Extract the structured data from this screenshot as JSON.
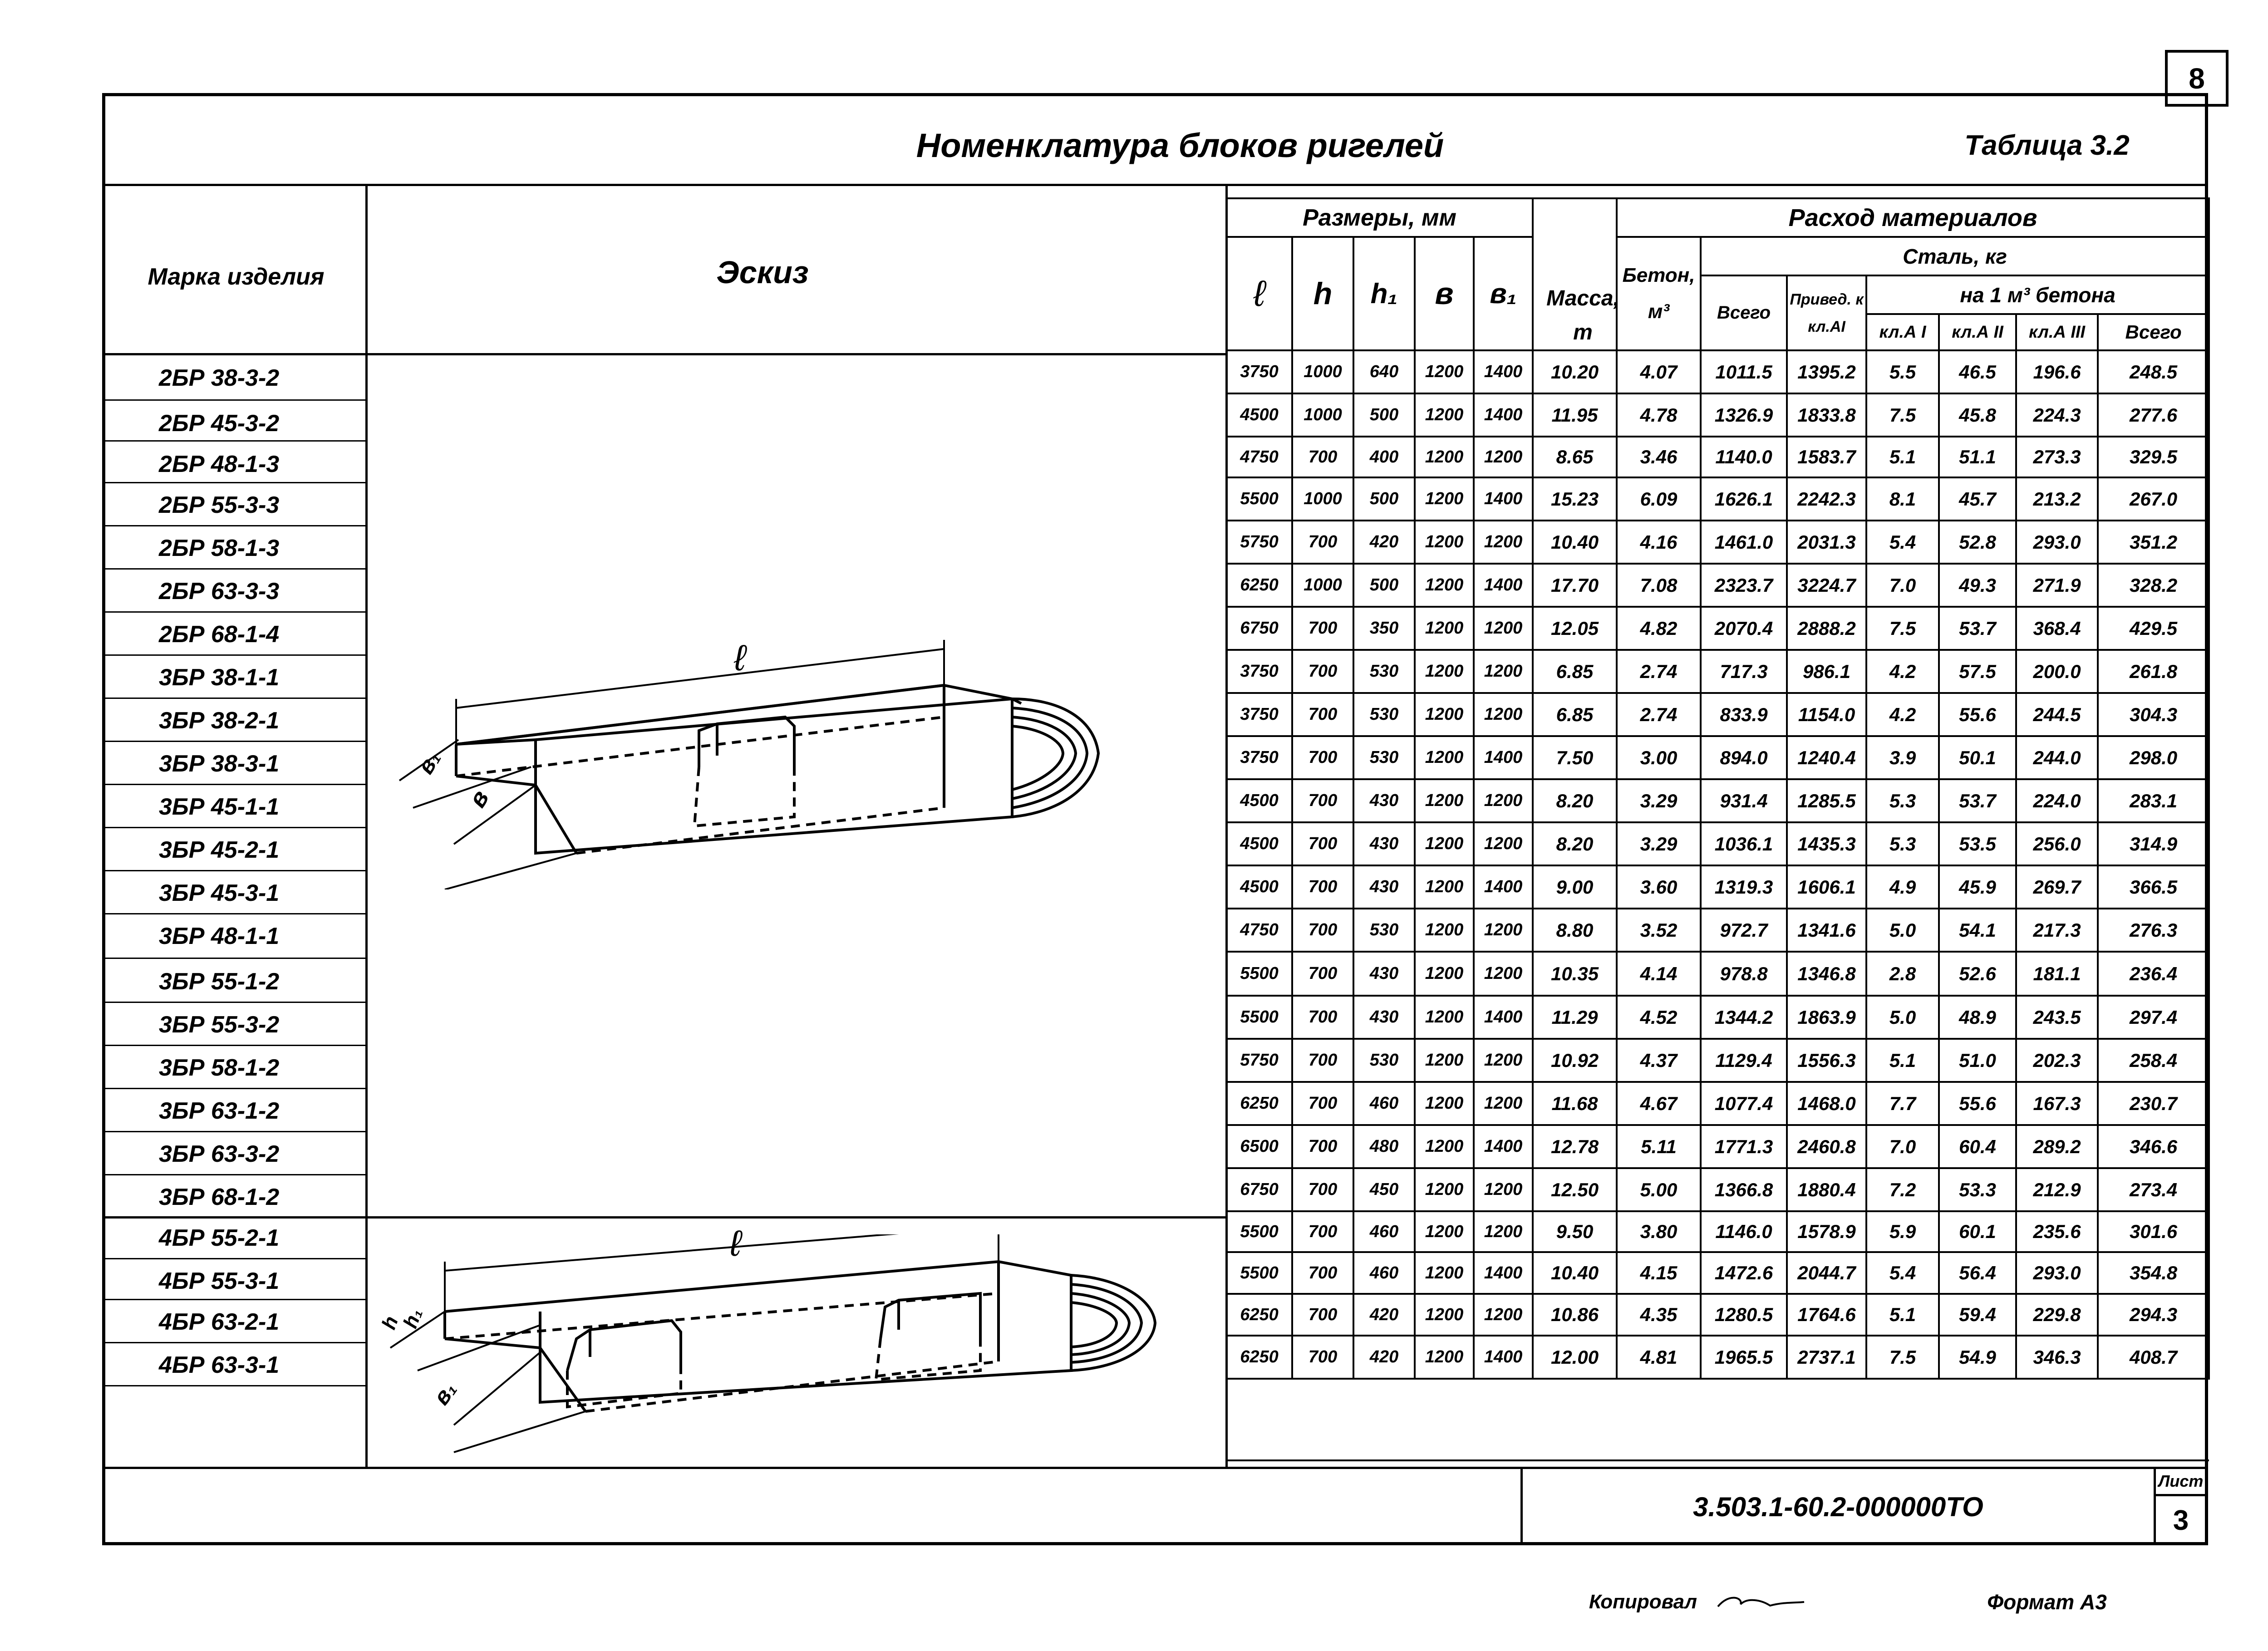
{
  "sheet_corner_number": "8",
  "title": "Номенклатура блоков ригелей",
  "table_label": "Таблица 3.2",
  "headers": {
    "mark": "Марка изделия",
    "sketch": "Эскиз",
    "dimensions": "Размеры, мм",
    "dim_cols": [
      "ℓ",
      "h",
      "h₁",
      "в",
      "в₁"
    ],
    "mass": "Масса, т",
    "materials": "Расход материалов",
    "concrete": "Бетон, м³",
    "steel": "Сталь, кг",
    "steel_total": "Всего",
    "steel_reduced": "Привед. к кл.АI",
    "per_m3": "на 1 м³ бетона",
    "per_m3_cols": [
      "кл.А I",
      "кл.А II",
      "кл.А III",
      "Всего"
    ]
  },
  "rows": [
    {
      "mark": "2БР 38-3-2",
      "l": "3750",
      "h": "1000",
      "h1": "640",
      "b": "1200",
      "b1": "1400",
      "mass": "10.20",
      "concrete": "4.07",
      "steel": "1011.5",
      "reduced": "1395.2",
      "a1": "5.5",
      "a2": "46.5",
      "a3": "196.6",
      "total": "248.5"
    },
    {
      "mark": "2БР 45-3-2",
      "l": "4500",
      "h": "1000",
      "h1": "500",
      "b": "1200",
      "b1": "1400",
      "mass": "11.95",
      "concrete": "4.78",
      "steel": "1326.9",
      "reduced": "1833.8",
      "a1": "7.5",
      "a2": "45.8",
      "a3": "224.3",
      "total": "277.6"
    },
    {
      "mark": "2БР 48-1-3",
      "l": "4750",
      "h": "700",
      "h1": "400",
      "b": "1200",
      "b1": "1200",
      "mass": "8.65",
      "concrete": "3.46",
      "steel": "1140.0",
      "reduced": "1583.7",
      "a1": "5.1",
      "a2": "51.1",
      "a3": "273.3",
      "total": "329.5"
    },
    {
      "mark": "2БР 55-3-3",
      "l": "5500",
      "h": "1000",
      "h1": "500",
      "b": "1200",
      "b1": "1400",
      "mass": "15.23",
      "concrete": "6.09",
      "steel": "1626.1",
      "reduced": "2242.3",
      "a1": "8.1",
      "a2": "45.7",
      "a3": "213.2",
      "total": "267.0"
    },
    {
      "mark": "2БР 58-1-3",
      "l": "5750",
      "h": "700",
      "h1": "420",
      "b": "1200",
      "b1": "1200",
      "mass": "10.40",
      "concrete": "4.16",
      "steel": "1461.0",
      "reduced": "2031.3",
      "a1": "5.4",
      "a2": "52.8",
      "a3": "293.0",
      "total": "351.2"
    },
    {
      "mark": "2БР 63-3-3",
      "l": "6250",
      "h": "1000",
      "h1": "500",
      "b": "1200",
      "b1": "1400",
      "mass": "17.70",
      "concrete": "7.08",
      "steel": "2323.7",
      "reduced": "3224.7",
      "a1": "7.0",
      "a2": "49.3",
      "a3": "271.9",
      "total": "328.2"
    },
    {
      "mark": "2БР 68-1-4",
      "l": "6750",
      "h": "700",
      "h1": "350",
      "b": "1200",
      "b1": "1200",
      "mass": "12.05",
      "concrete": "4.82",
      "steel": "2070.4",
      "reduced": "2888.2",
      "a1": "7.5",
      "a2": "53.7",
      "a3": "368.4",
      "total": "429.5"
    },
    {
      "mark": "3БР 38-1-1",
      "l": "3750",
      "h": "700",
      "h1": "530",
      "b": "1200",
      "b1": "1200",
      "mass": "6.85",
      "concrete": "2.74",
      "steel": "717.3",
      "reduced": "986.1",
      "a1": "4.2",
      "a2": "57.5",
      "a3": "200.0",
      "total": "261.8"
    },
    {
      "mark": "3БР 38-2-1",
      "l": "3750",
      "h": "700",
      "h1": "530",
      "b": "1200",
      "b1": "1200",
      "mass": "6.85",
      "concrete": "2.74",
      "steel": "833.9",
      "reduced": "1154.0",
      "a1": "4.2",
      "a2": "55.6",
      "a3": "244.5",
      "total": "304.3"
    },
    {
      "mark": "3БР 38-3-1",
      "l": "3750",
      "h": "700",
      "h1": "530",
      "b": "1200",
      "b1": "1400",
      "mass": "7.50",
      "concrete": "3.00",
      "steel": "894.0",
      "reduced": "1240.4",
      "a1": "3.9",
      "a2": "50.1",
      "a3": "244.0",
      "total": "298.0"
    },
    {
      "mark": "3БР 45-1-1",
      "l": "4500",
      "h": "700",
      "h1": "430",
      "b": "1200",
      "b1": "1200",
      "mass": "8.20",
      "concrete": "3.29",
      "steel": "931.4",
      "reduced": "1285.5",
      "a1": "5.3",
      "a2": "53.7",
      "a3": "224.0",
      "total": "283.1"
    },
    {
      "mark": "3БР 45-2-1",
      "l": "4500",
      "h": "700",
      "h1": "430",
      "b": "1200",
      "b1": "1200",
      "mass": "8.20",
      "concrete": "3.29",
      "steel": "1036.1",
      "reduced": "1435.3",
      "a1": "5.3",
      "a2": "53.5",
      "a3": "256.0",
      "total": "314.9"
    },
    {
      "mark": "3БР 45-3-1",
      "l": "4500",
      "h": "700",
      "h1": "430",
      "b": "1200",
      "b1": "1400",
      "mass": "9.00",
      "concrete": "3.60",
      "steel": "1319.3",
      "reduced": "1606.1",
      "a1": "4.9",
      "a2": "45.9",
      "a3": "269.7",
      "total": "366.5"
    },
    {
      "mark": "3БР 48-1-1",
      "l": "4750",
      "h": "700",
      "h1": "530",
      "b": "1200",
      "b1": "1200",
      "mass": "8.80",
      "concrete": "3.52",
      "steel": "972.7",
      "reduced": "1341.6",
      "a1": "5.0",
      "a2": "54.1",
      "a3": "217.3",
      "total": "276.3"
    },
    {
      "mark": "3БР 55-1-2",
      "l": "5500",
      "h": "700",
      "h1": "430",
      "b": "1200",
      "b1": "1200",
      "mass": "10.35",
      "concrete": "4.14",
      "steel": "978.8",
      "reduced": "1346.8",
      "a1": "2.8",
      "a2": "52.6",
      "a3": "181.1",
      "total": "236.4"
    },
    {
      "mark": "3БР 55-3-2",
      "l": "5500",
      "h": "700",
      "h1": "430",
      "b": "1200",
      "b1": "1400",
      "mass": "11.29",
      "concrete": "4.52",
      "steel": "1344.2",
      "reduced": "1863.9",
      "a1": "5.0",
      "a2": "48.9",
      "a3": "243.5",
      "total": "297.4"
    },
    {
      "mark": "3БР 58-1-2",
      "l": "5750",
      "h": "700",
      "h1": "530",
      "b": "1200",
      "b1": "1200",
      "mass": "10.92",
      "concrete": "4.37",
      "steel": "1129.4",
      "reduced": "1556.3",
      "a1": "5.1",
      "a2": "51.0",
      "a3": "202.3",
      "total": "258.4"
    },
    {
      "mark": "3БР 63-1-2",
      "l": "6250",
      "h": "700",
      "h1": "460",
      "b": "1200",
      "b1": "1200",
      "mass": "11.68",
      "concrete": "4.67",
      "steel": "1077.4",
      "reduced": "1468.0",
      "a1": "7.7",
      "a2": "55.6",
      "a3": "167.3",
      "total": "230.7"
    },
    {
      "mark": "3БР 63-3-2",
      "l": "6500",
      "h": "700",
      "h1": "480",
      "b": "1200",
      "b1": "1400",
      "mass": "12.78",
      "concrete": "5.11",
      "steel": "1771.3",
      "reduced": "2460.8",
      "a1": "7.0",
      "a2": "60.4",
      "a3": "289.2",
      "total": "346.6"
    },
    {
      "mark": "3БР 68-1-2",
      "l": "6750",
      "h": "700",
      "h1": "450",
      "b": "1200",
      "b1": "1200",
      "mass": "12.50",
      "concrete": "5.00",
      "steel": "1366.8",
      "reduced": "1880.4",
      "a1": "7.2",
      "a2": "53.3",
      "a3": "212.9",
      "total": "273.4"
    },
    {
      "mark": "4БР 55-2-1",
      "l": "5500",
      "h": "700",
      "h1": "460",
      "b": "1200",
      "b1": "1200",
      "mass": "9.50",
      "concrete": "3.80",
      "steel": "1146.0",
      "reduced": "1578.9",
      "a1": "5.9",
      "a2": "60.1",
      "a3": "235.6",
      "total": "301.6"
    },
    {
      "mark": "4БР 55-3-1",
      "l": "5500",
      "h": "700",
      "h1": "460",
      "b": "1200",
      "b1": "1400",
      "mass": "10.40",
      "concrete": "4.15",
      "steel": "1472.6",
      "reduced": "2044.7",
      "a1": "5.4",
      "a2": "56.4",
      "a3": "293.0",
      "total": "354.8"
    },
    {
      "mark": "4БР 63-2-1",
      "l": "6250",
      "h": "700",
      "h1": "420",
      "b": "1200",
      "b1": "1200",
      "mass": "10.86",
      "concrete": "4.35",
      "steel": "1280.5",
      "reduced": "1764.6",
      "a1": "5.1",
      "a2": "59.4",
      "a3": "229.8",
      "total": "294.3"
    },
    {
      "mark": "4БР 63-3-1",
      "l": "6250",
      "h": "700",
      "h1": "420",
      "b": "1200",
      "b1": "1400",
      "mass": "12.00",
      "concrete": "4.81",
      "steel": "1965.5",
      "reduced": "2737.1",
      "a1": "7.5",
      "a2": "54.9",
      "a3": "346.3",
      "total": "408.7"
    }
  ],
  "sketch_labels": {
    "length_top": "ℓ",
    "length_bottom": "ℓ",
    "b": "в",
    "b1": "в₁",
    "h": "h",
    "h1": "h₁"
  },
  "footer": {
    "doc_code": "3.503.1-60.2-000000ТО",
    "sheet_label": "Лист",
    "sheet_number": "3",
    "copied": "Копировал",
    "format": "Формат А3"
  }
}
